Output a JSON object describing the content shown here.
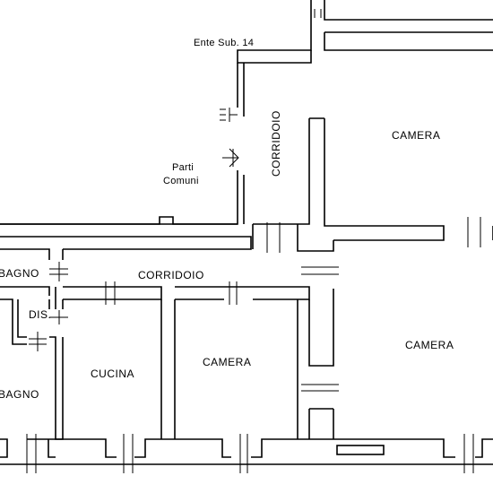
{
  "plan": {
    "labels": {
      "ente_sub": "Ente Sub. 14",
      "parti": "Parti",
      "comuni": "Comuni",
      "corridoio_vertical": "CORRIDOIO",
      "camera_top_right": "CAMERA",
      "bagno_top": "BAGNO",
      "corridoio_horizontal": "CORRIDOIO",
      "dis": "DIS.",
      "bagno_bottom": "BAGNO",
      "cucina": "CUCINA",
      "camera_middle": "CAMERA",
      "camera_right": "CAMERA"
    }
  }
}
